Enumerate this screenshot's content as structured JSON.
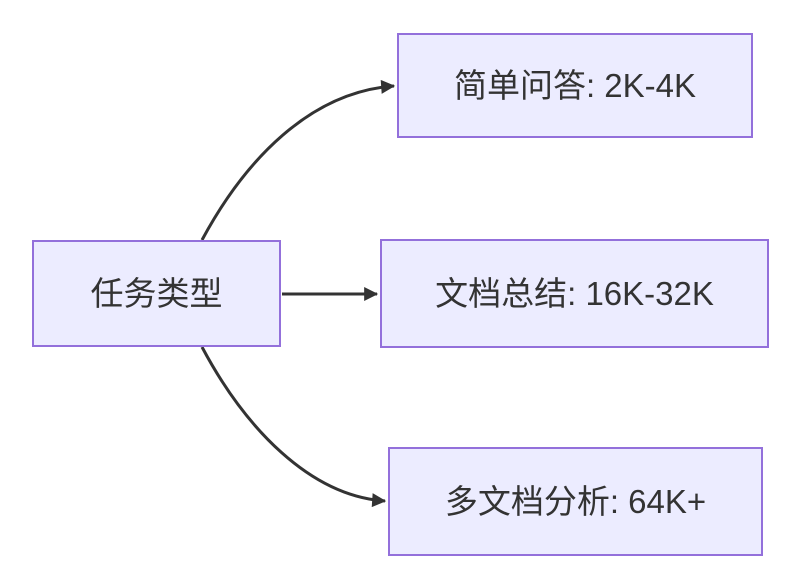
{
  "diagram": {
    "type": "flowchart-left-to-right",
    "root": {
      "id": "task-type",
      "label": "任务类型"
    },
    "children": [
      {
        "id": "simple-qa",
        "label": "简单问答: 2K-4K"
      },
      {
        "id": "doc-summary",
        "label": "文档总结: 16K-32K"
      },
      {
        "id": "multi-doc-analysis",
        "label": "多文档分析: 64K+"
      }
    ],
    "edges": [
      {
        "from": "task-type",
        "to": "simple-qa"
      },
      {
        "from": "task-type",
        "to": "doc-summary"
      },
      {
        "from": "task-type",
        "to": "multi-doc-analysis"
      }
    ]
  },
  "theme": {
    "background": "#FFFFFF",
    "node_fill": "#ECECFF",
    "node_border": "#9370DB",
    "edge_color": "#333333",
    "text_color": "#333333"
  }
}
